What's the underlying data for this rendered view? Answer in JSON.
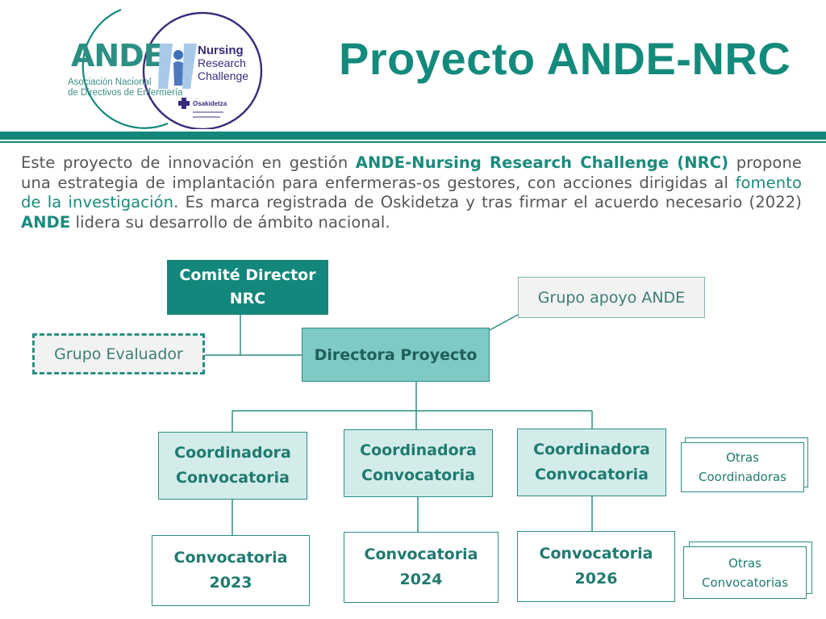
{
  "header": {
    "title": "Proyecto ANDE-NRC",
    "logo": {
      "ande_text": "ANDE",
      "ande_sub_1": "Asociación Nacional",
      "ande_sub_2": "de Directivos de Enfermería",
      "nrc_line_1": "Nursing",
      "nrc_line_2": "Research",
      "nrc_line_3": "Challenge",
      "osakidetza": "Osakidetza"
    }
  },
  "intro": {
    "p1": "Este proyecto de innovación en gestión ",
    "h1": "ANDE-Nursing Research Challenge (NRC)",
    "p2": " propone una estrategia de implantación para enfermeras-os gestores, con acciones dirigidas al ",
    "t1": "fomento de la investigación",
    "p3": ". Es marca registrada de Oskidetza y tras firmar el acuerdo necesario (2022) ",
    "h2": "ANDE",
    "p4": " lidera su desarrollo de ámbito nacional."
  },
  "org": {
    "comite_l1": "Comité Director",
    "comite_l2": "NRC",
    "apoyo": "Grupo apoyo ANDE",
    "evaluador": "Grupo Evaluador",
    "directora": "Directora Proyecto",
    "coord": [
      {
        "l1": "Coordinadora",
        "l2": "Convocatoria"
      },
      {
        "l1": "Coordinadora",
        "l2": "Convocatoria"
      },
      {
        "l1": "Coordinadora",
        "l2": "Convocatoria"
      }
    ],
    "conv": [
      {
        "l1": "Convocatoria",
        "l2": "2023"
      },
      {
        "l1": "Convocatoria",
        "l2": "2024"
      },
      {
        "l1": "Convocatoria",
        "l2": "2026"
      }
    ],
    "otras_coord_l1": "Otras",
    "otras_coord_l2": "Coordinadoras",
    "otras_conv_l1": "Otras",
    "otras_conv_l2": "Convocatorias"
  },
  "colors": {
    "brand_teal": "#13877b",
    "light_teal": "#7ecac4",
    "pale_teal": "#d3ecea",
    "nrc_purple": "#3b2a7a"
  }
}
